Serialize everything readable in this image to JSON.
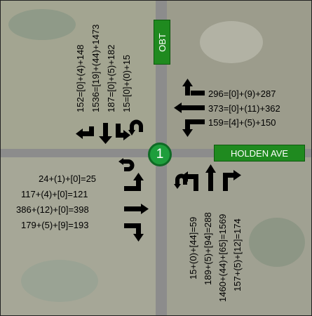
{
  "intersection": {
    "node_id": "1",
    "north_road": "OBT",
    "east_road": "HOLDEN AVE"
  },
  "movements": {
    "southbound": [
      "152=[0]+(4)+148",
      "1536=[19]+(44)+1473",
      "187=[0]+(5)+182",
      "15=[0]+(0)+15"
    ],
    "westbound": [
      "296=[0]+(9)+287",
      "373=[0]+(11)+362",
      "159=[4]+(5)+150"
    ],
    "eastbound": [
      "24+(1)+[0]=25",
      "117+(4)+[0]=121",
      "386+(12)+[0]=398",
      "179+(5)+[9]=193"
    ],
    "northbound": [
      "15+(0)+[44]=59",
      "189+(5)+[94]=288",
      "1460+(44)+[65]=1569",
      "157+(5)+[12]=174"
    ]
  },
  "colors": {
    "sign_green": "#1f8a1f",
    "node_green": "#1e9e3c",
    "road_gray": "#8c8c8c",
    "arrow_black": "#000000",
    "aerial_base": "#9fa08e"
  },
  "icons": [
    "u-turn-arrow",
    "left-turn-arrow",
    "through-arrow",
    "right-turn-arrow"
  ]
}
